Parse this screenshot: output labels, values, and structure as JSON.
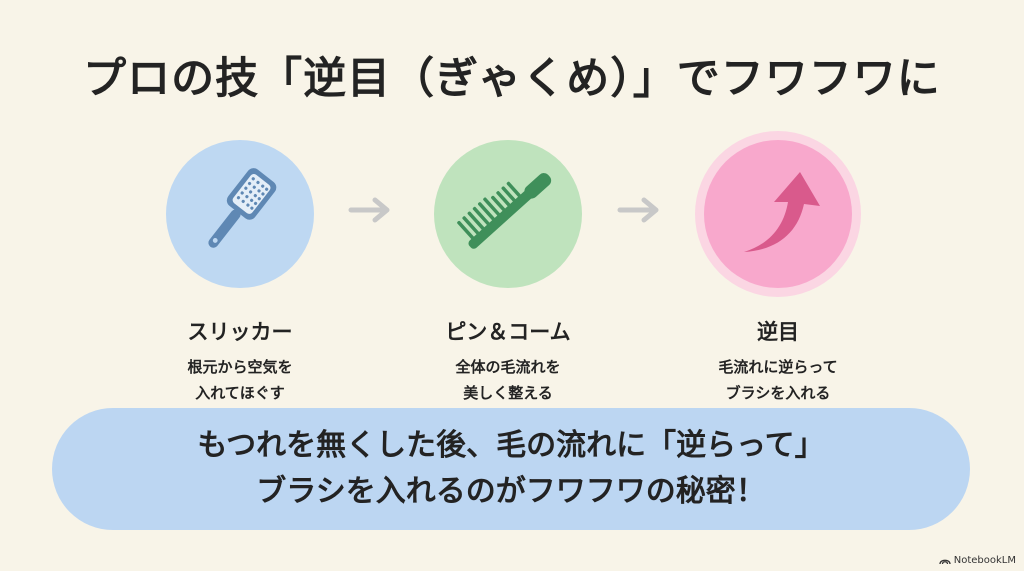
{
  "title": "プロの技「逆目（ぎゃくめ）」でフワフワに",
  "steps": [
    {
      "label": "スリッカー",
      "desc_line1": "根元から空気を",
      "desc_line2": "入れてほぐす",
      "icon": "slicker-brush-icon",
      "color": "#bed8f2"
    },
    {
      "label": "ピン＆コーム",
      "desc_line1": "全体の毛流れを",
      "desc_line2": "美しく整える",
      "icon": "pin-comb-icon",
      "color": "#bfe3bd"
    },
    {
      "label": "逆目",
      "desc_line1": "毛流れに逆らって",
      "desc_line2": "ブラシを入れる",
      "icon": "curved-up-arrow-icon",
      "color": "#f8a8cc"
    }
  ],
  "banner": {
    "line1": "もつれを無くした後、毛の流れに「逆らって」",
    "line2": "ブラシを入れるのがフワフワの秘密！"
  },
  "watermark": "NotebookLM",
  "colors": {
    "background": "#f8f4e8",
    "banner": "#bcd6f2",
    "icon_blue": "#5f88b4",
    "icon_green": "#3f8f5a",
    "icon_pink": "#d95a8c",
    "arrow_gray": "#c8c8c8"
  }
}
